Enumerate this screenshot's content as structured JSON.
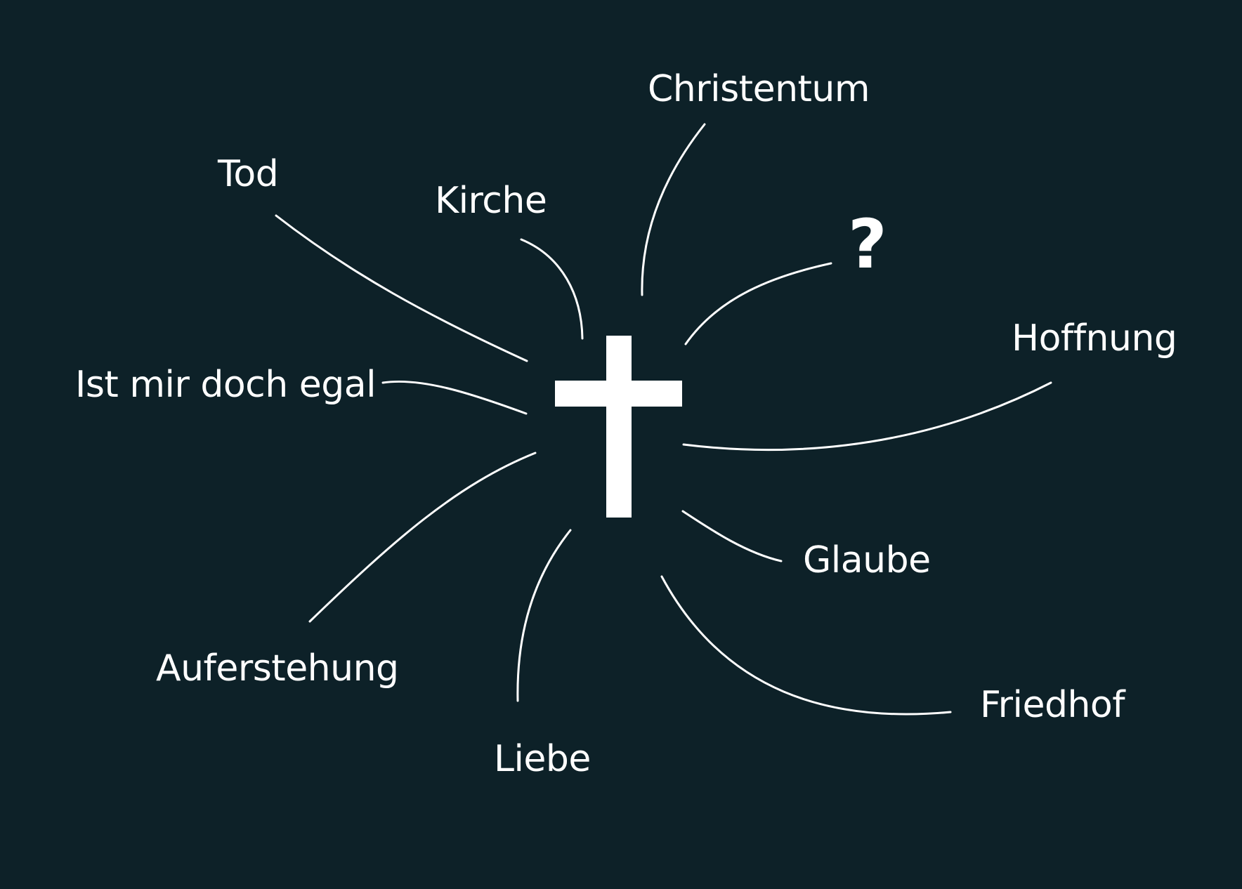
{
  "mindmap": {
    "center_symbol": "cross",
    "color_background": "#0d2128",
    "color_foreground": "#ffffff",
    "words": {
      "christentum": "Christentum",
      "tod": "Tod",
      "kirche": "Kirche",
      "question": "?",
      "hoffnung": "Hoffnung",
      "egal": "Ist mir doch egal",
      "glaube": "Glaube",
      "auferstehung": "Auferstehung",
      "friedhof": "Friedhof",
      "liebe": "Liebe"
    }
  }
}
